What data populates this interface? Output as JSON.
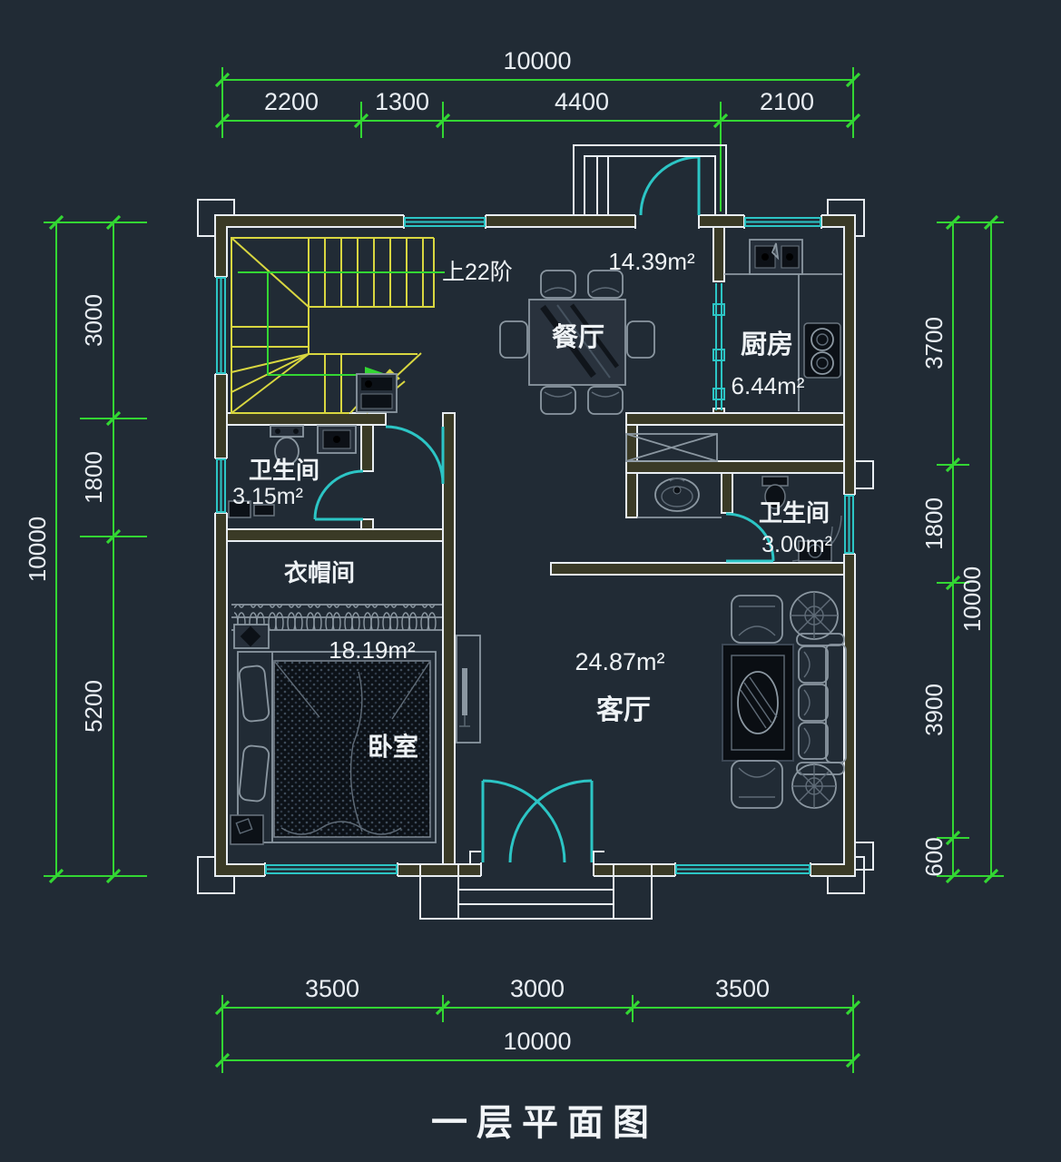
{
  "drawing": {
    "title": "一层平面图",
    "stairs_note": "上22阶"
  },
  "rooms": {
    "dining": {
      "name": "餐厅",
      "area": "14.39m²"
    },
    "kitchen": {
      "name": "厨房",
      "area": "6.44m²"
    },
    "bath_left": {
      "name": "卫生间",
      "area": "3.15m²"
    },
    "closet": {
      "name": "衣帽间"
    },
    "bedroom": {
      "name": "卧室",
      "area": "18.19m²"
    },
    "living": {
      "name": "客厅",
      "area": "24.87m²"
    },
    "bath_right": {
      "name": "卫生间",
      "area": "3.00m²"
    }
  },
  "dims": {
    "top": {
      "overall": "10000",
      "segments": [
        "2200",
        "1300",
        "4400",
        "2100"
      ]
    },
    "left": {
      "overall": "10000",
      "segments": [
        "3000",
        "1800",
        "5200"
      ]
    },
    "right": {
      "overall": "10000",
      "segments": [
        "3700",
        "1800",
        "3900",
        "600"
      ]
    },
    "bottom": {
      "overall": "10000",
      "segments": [
        "3500",
        "3000",
        "3500"
      ]
    }
  },
  "colors": {
    "background": "#212b35",
    "dimension_green": "#33d633",
    "wall_white": "#e8edf2",
    "wall_fill": "#3a3a26",
    "opening_cyan": "#2cc5c5",
    "stair_yellow": "#d8d640",
    "furniture_gray": "#8b97a1",
    "text_white": "#eef2f5"
  }
}
